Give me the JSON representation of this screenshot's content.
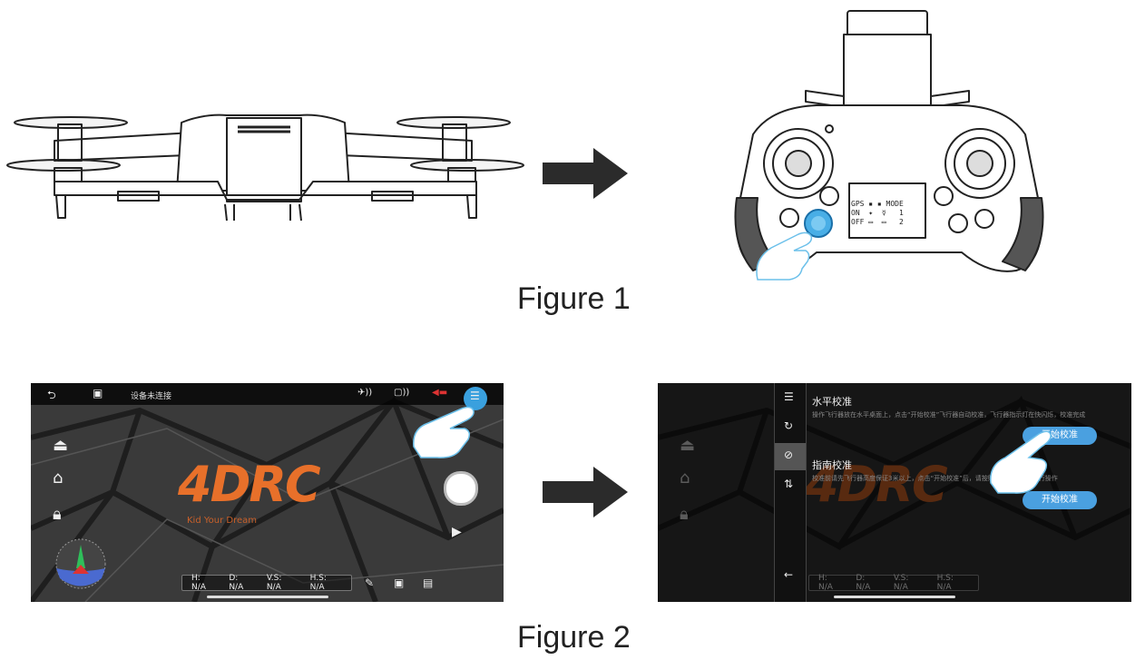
{
  "figure1": {
    "caption": "Figure 1",
    "remote_screen": {
      "row1": "GPS",
      "row1_right": "MODE",
      "row2_left": "ON",
      "row2_right": "1",
      "row3_left": "OFF",
      "row3_right": "2"
    }
  },
  "figure2": {
    "caption": "Figure 2",
    "left_screen": {
      "status": "设备未连接",
      "logo": "4DRC",
      "tagline": "Kid Your Dream",
      "telemetry": [
        "H: N/A",
        "D: N/A",
        "V.S: N/A",
        "H.S: N/A"
      ]
    },
    "right_screen": {
      "section1_title": "水平校准",
      "section1_desc": "操作飞行器放在水平桌面上，点击“开始校准”飞行器自动校准，飞行器指示灯在快闪烁，校准完成",
      "section1_button": "开始校准",
      "section2_title": "指南校准",
      "section2_desc": "校准前请先飞行器高度保证3米以上，点击“开始校准”后，请按照飞行器指示灯进行操作",
      "section2_button": "开始校准",
      "telemetry": [
        "H: N/A",
        "D: N/A",
        "V.S: N/A",
        "H.S: N/A"
      ]
    }
  },
  "colors": {
    "accent_blue": "#4aa0e0",
    "logo_orange": "#e8702a",
    "arrow": "#2b2b2b"
  }
}
